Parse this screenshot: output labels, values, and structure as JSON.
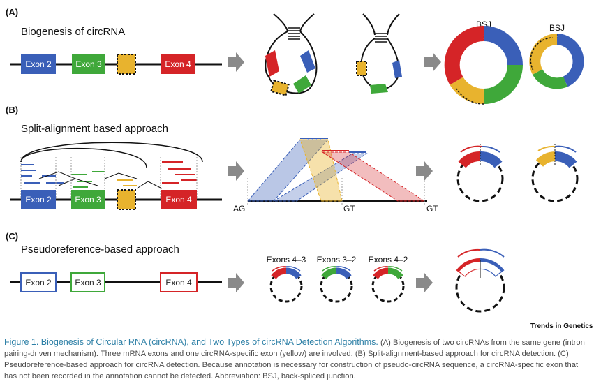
{
  "panels": {
    "a": {
      "tag": "(A)",
      "title": "Biogenesis of circRNA",
      "exons": [
        "Exon 2",
        "Exon 3",
        "Exon 4"
      ],
      "bsj_labels": [
        "BSJ",
        "BSJ"
      ]
    },
    "b": {
      "tag": "(B)",
      "title": "Split-alignment based approach",
      "exons": [
        "Exon 2",
        "Exon 3",
        "Exon 4"
      ],
      "site_labels": [
        "AG",
        "GT",
        "GT"
      ]
    },
    "c": {
      "tag": "(C)",
      "title": "Pseudoreference-based approach",
      "exons": [
        "Exon 2",
        "Exon 3",
        "Exon 4"
      ],
      "pseudo_labels": [
        "Exons 4–3",
        "Exons 3–2",
        "Exons 4–2"
      ]
    }
  },
  "brand": "Trends in Genetics",
  "caption": {
    "title": "Figure 1. Biogenesis of Circular RNA (circRNA), and Two Types of circRNA Detection Algorithms.",
    "body": " (A) Biogenesis of two circRNAs from the same gene (intron pairing-driven mechanism). Three mRNA exons and one circRNA-specific exon (yellow) are involved. (B) Split-alignment-based approach for circRNA detection. (C) Pseudoreference-based approach for circRNA detection. Because annotation is necessary for construction of pseudo-circRNA sequence, a circRNA-specific exon that has not been recorded in the annotation cannot be detected. Abbreviation: BSJ, back-spliced junction."
  },
  "colors": {
    "exon2": "#3a5fb8",
    "exon3": "#3fa83a",
    "exon_specific": "#e8b32e",
    "exon4": "#d52427",
    "arrow": "#8a8a8a",
    "caption_title": "#2c7fa6"
  }
}
